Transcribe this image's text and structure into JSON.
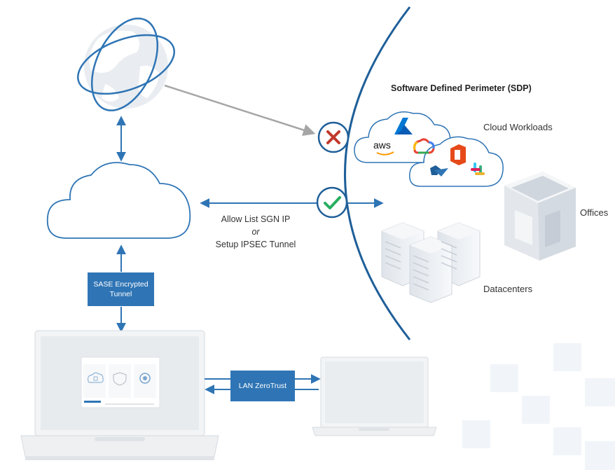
{
  "title": "Software Defined Perimeter (SDP)",
  "labels": {
    "cloud_workloads": "Cloud Workloads",
    "offices": "Offices",
    "datacenters": "Datacenters",
    "allow_line1": "Allow List SGN IP",
    "allow_line2": "or",
    "allow_line3": "Setup IPSEC Tunnel",
    "sase_line1": "SASE Encrypted",
    "sase_line2": "Tunnel",
    "lan": "LAN ZeroTrust",
    "aws": "aws"
  },
  "colors": {
    "accent": "#2f75b5",
    "line": "#1f5f99",
    "deny": "#c0392b",
    "allow": "#27ae60",
    "grey_arrow": "#a6a6a6"
  },
  "icons": [
    "globe-icon",
    "cloud-icon",
    "deny-icon",
    "allow-icon",
    "azure-icon",
    "aws-icon",
    "gcp-icon",
    "office-icon",
    "kubernetes-icon",
    "slack-icon",
    "office-building-icon",
    "server-rack-icon",
    "laptop-icon",
    "lock-icon",
    "shield-icon",
    "gear-icon"
  ]
}
